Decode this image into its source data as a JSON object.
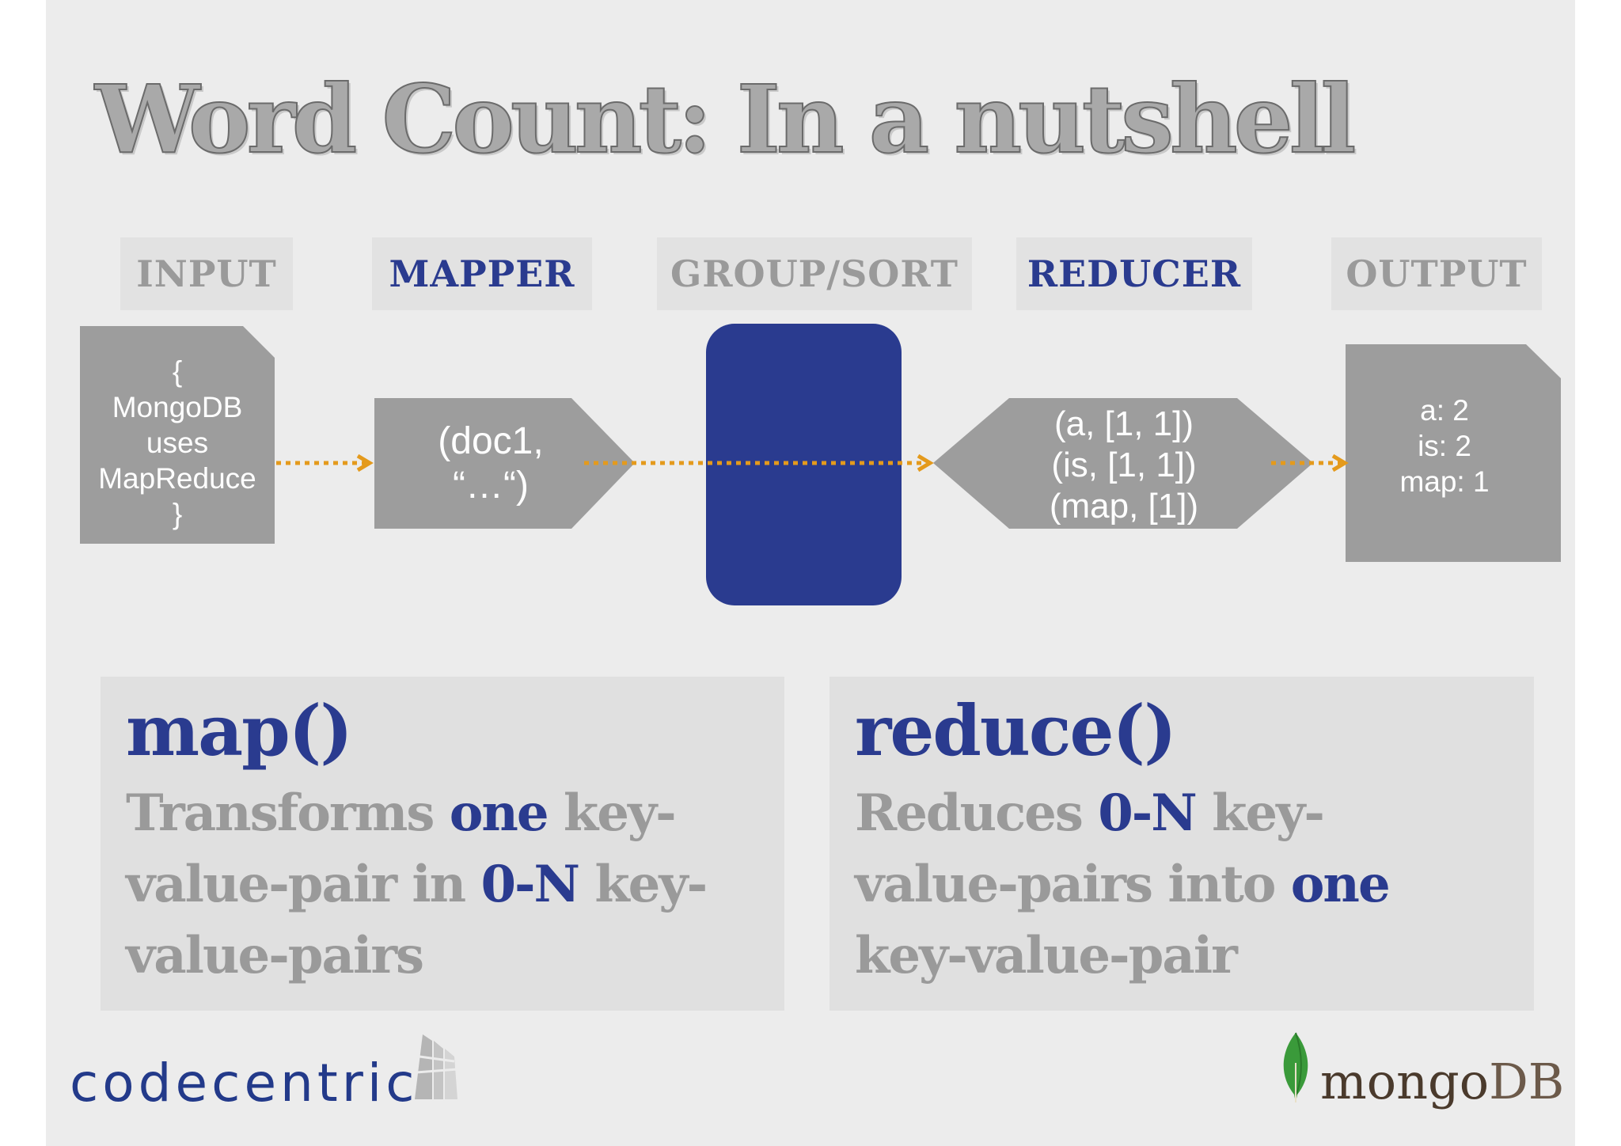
{
  "title": "Word Count: In a nutshell",
  "stages": [
    {
      "label": "INPUT",
      "accent": false
    },
    {
      "label": "MAPPER",
      "accent": true
    },
    {
      "label": "GROUP/SORT",
      "accent": false
    },
    {
      "label": "REDUCER",
      "accent": true
    },
    {
      "label": "OUTPUT",
      "accent": false
    }
  ],
  "input_doc": [
    "{",
    "MongoDB",
    "uses",
    "MapReduce",
    "}"
  ],
  "mapper_output": [
    "(doc1,",
    "“…“)"
  ],
  "reducer_input": [
    "(a, [1, 1])",
    "(is, [1, 1])",
    "(map, [1])"
  ],
  "output_doc": [
    "a: 2",
    "is: 2",
    "map: 1"
  ],
  "map_panel": {
    "name": "map()",
    "line1_pre": "Transforms ",
    "line1_hl": "one",
    "line1_post": " key-",
    "line2_pre": "value-pair in ",
    "line2_hl": "0-N",
    "line2_post": " key-",
    "line3": "value-pairs"
  },
  "reduce_panel": {
    "name": "reduce()",
    "line1_pre": "Reduces ",
    "line1_hl": "0-N",
    "line1_post": " key-",
    "line2_pre": "value-pairs into ",
    "line2_hl": "one",
    "line3": "key-value-pair"
  },
  "logos": {
    "left_text": "codecentric",
    "right_text_a": "mongo",
    "right_text_b": "DB"
  },
  "colors": {
    "accent_blue": "#2a3b8f",
    "shape_gray": "#9d9d9d",
    "arrow_orange": "#e49a1c",
    "leaf_green": "#3a9a3a"
  }
}
